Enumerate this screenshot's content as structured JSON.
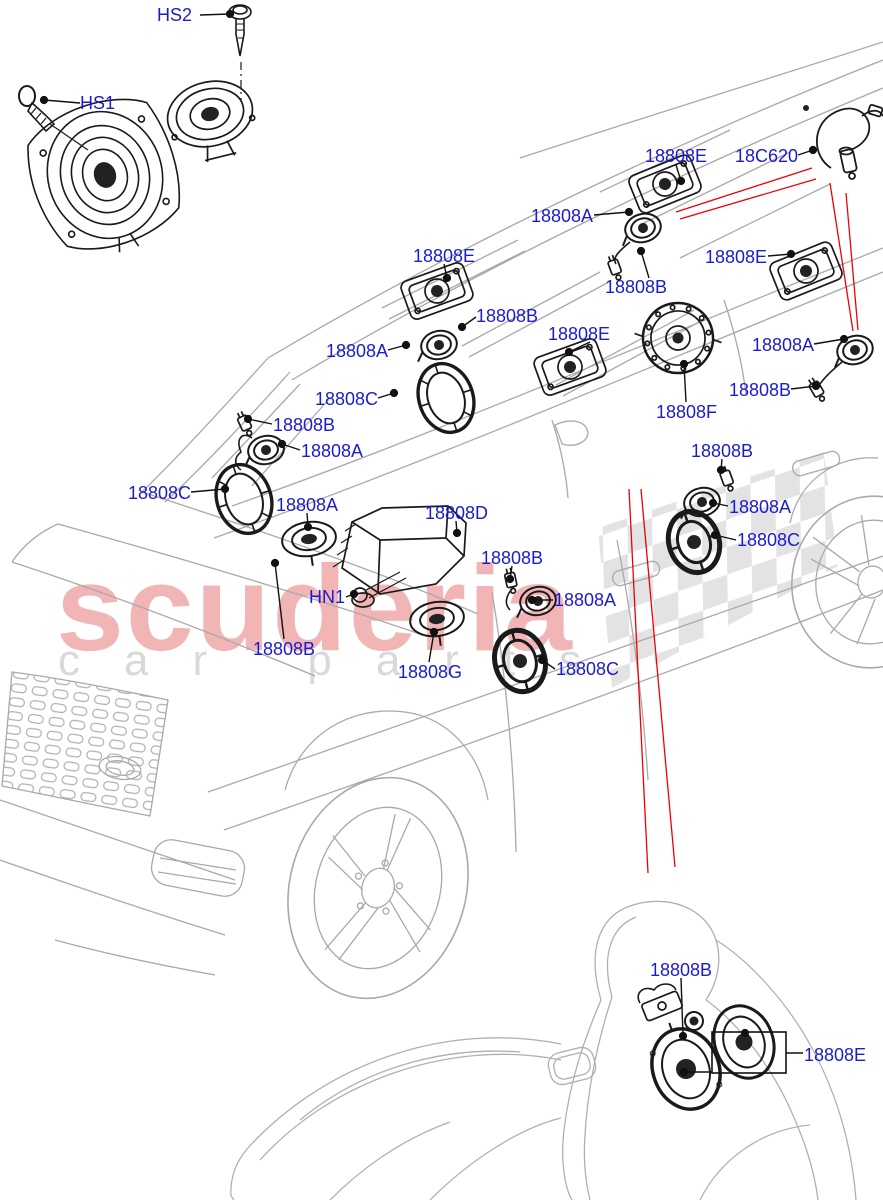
{
  "watermark": {
    "line1": "scuderia",
    "line2": "car parts",
    "color1": "#f0aeae",
    "color2": "#d9d9d9"
  },
  "colors": {
    "label_blue": "#1b1bd0",
    "line_gray": "#a9a9a9",
    "component_black": "#1a1a1a",
    "red_line": "#ee0000"
  },
  "labels": [
    {
      "text": "HS2"
    },
    {
      "text": "HS1"
    },
    {
      "text": "18808E"
    },
    {
      "text": "18C620"
    },
    {
      "text": "18808A"
    },
    {
      "text": "18808B"
    },
    {
      "text": "18808E"
    },
    {
      "text": "18808E"
    },
    {
      "text": "18808B"
    },
    {
      "text": "18808E"
    },
    {
      "text": "18808A"
    },
    {
      "text": "18808A"
    },
    {
      "text": "18808B"
    },
    {
      "text": "18808C"
    },
    {
      "text": "18808F"
    },
    {
      "text": "18808B"
    },
    {
      "text": "18808A"
    },
    {
      "text": "18808B"
    },
    {
      "text": "18808C"
    },
    {
      "text": "18808A"
    },
    {
      "text": "18808A"
    },
    {
      "text": "18808D"
    },
    {
      "text": "18808C"
    },
    {
      "text": "18808B"
    },
    {
      "text": "HN1"
    },
    {
      "text": "18808A"
    },
    {
      "text": "18808B"
    },
    {
      "text": "18808G"
    },
    {
      "text": "18808C"
    },
    {
      "text": "18808B"
    },
    {
      "text": "18808E"
    }
  ]
}
